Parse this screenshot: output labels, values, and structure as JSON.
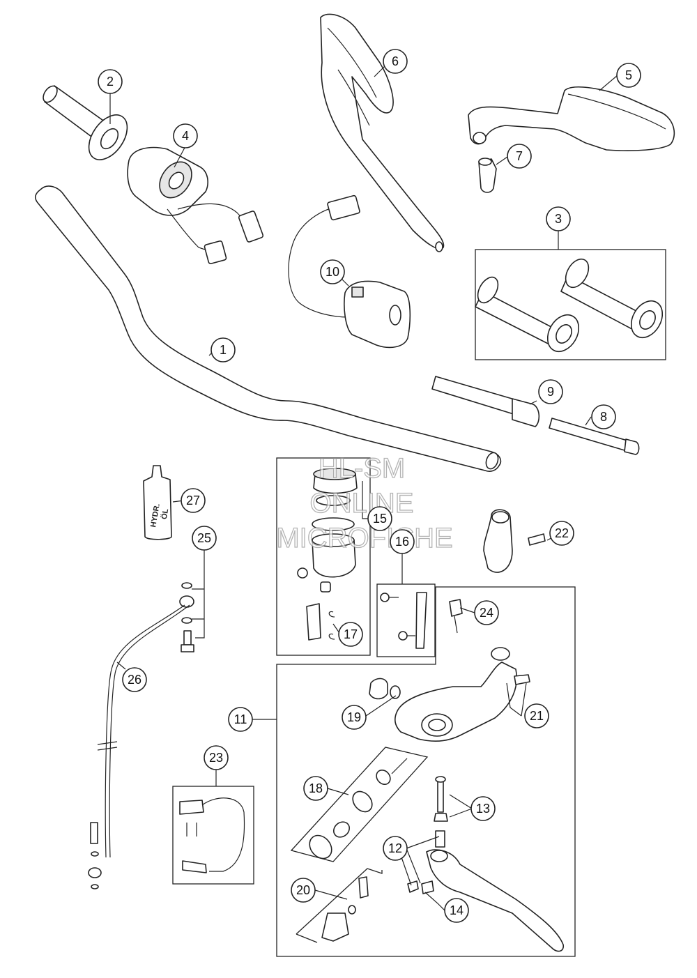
{
  "callouts": [
    {
      "id": "c1",
      "label": "1"
    },
    {
      "id": "c2",
      "label": "2"
    },
    {
      "id": "c3",
      "label": "3"
    },
    {
      "id": "c4",
      "label": "4"
    },
    {
      "id": "c5",
      "label": "5"
    },
    {
      "id": "c6",
      "label": "6"
    },
    {
      "id": "c7",
      "label": "7"
    },
    {
      "id": "c8",
      "label": "8"
    },
    {
      "id": "c9",
      "label": "9"
    },
    {
      "id": "c10",
      "label": "10"
    },
    {
      "id": "c11",
      "label": "11"
    },
    {
      "id": "c12",
      "label": "12"
    },
    {
      "id": "c13",
      "label": "13"
    },
    {
      "id": "c14",
      "label": "14"
    },
    {
      "id": "c15",
      "label": "15"
    },
    {
      "id": "c16",
      "label": "16"
    },
    {
      "id": "c17",
      "label": "17"
    },
    {
      "id": "c18",
      "label": "18"
    },
    {
      "id": "c19",
      "label": "19"
    },
    {
      "id": "c20",
      "label": "20"
    },
    {
      "id": "c21",
      "label": "21"
    },
    {
      "id": "c22",
      "label": "22"
    },
    {
      "id": "c23",
      "label": "23"
    },
    {
      "id": "c24",
      "label": "24"
    },
    {
      "id": "c25",
      "label": "25"
    },
    {
      "id": "c26",
      "label": "26"
    },
    {
      "id": "c27",
      "label": "27"
    }
  ],
  "bottle_label": {
    "line1": "HYDR.",
    "line2": "ÖL"
  },
  "watermark": {
    "line1": "HL-SM",
    "line2": "ONLINE",
    "line3": "MICROFICHE"
  }
}
